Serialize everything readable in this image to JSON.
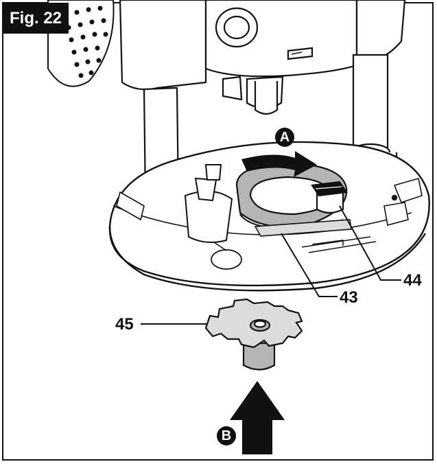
{
  "figure": {
    "label": "Fig. 22"
  },
  "callouts": {
    "c43": "43",
    "c44": "44",
    "c45": "45"
  },
  "steps": {
    "a": "A",
    "b": "B"
  },
  "colors": {
    "ink": "#111111",
    "shade": "#b5b5b5",
    "light_shade": "#dcdcdc",
    "paper": "#ffffff"
  }
}
